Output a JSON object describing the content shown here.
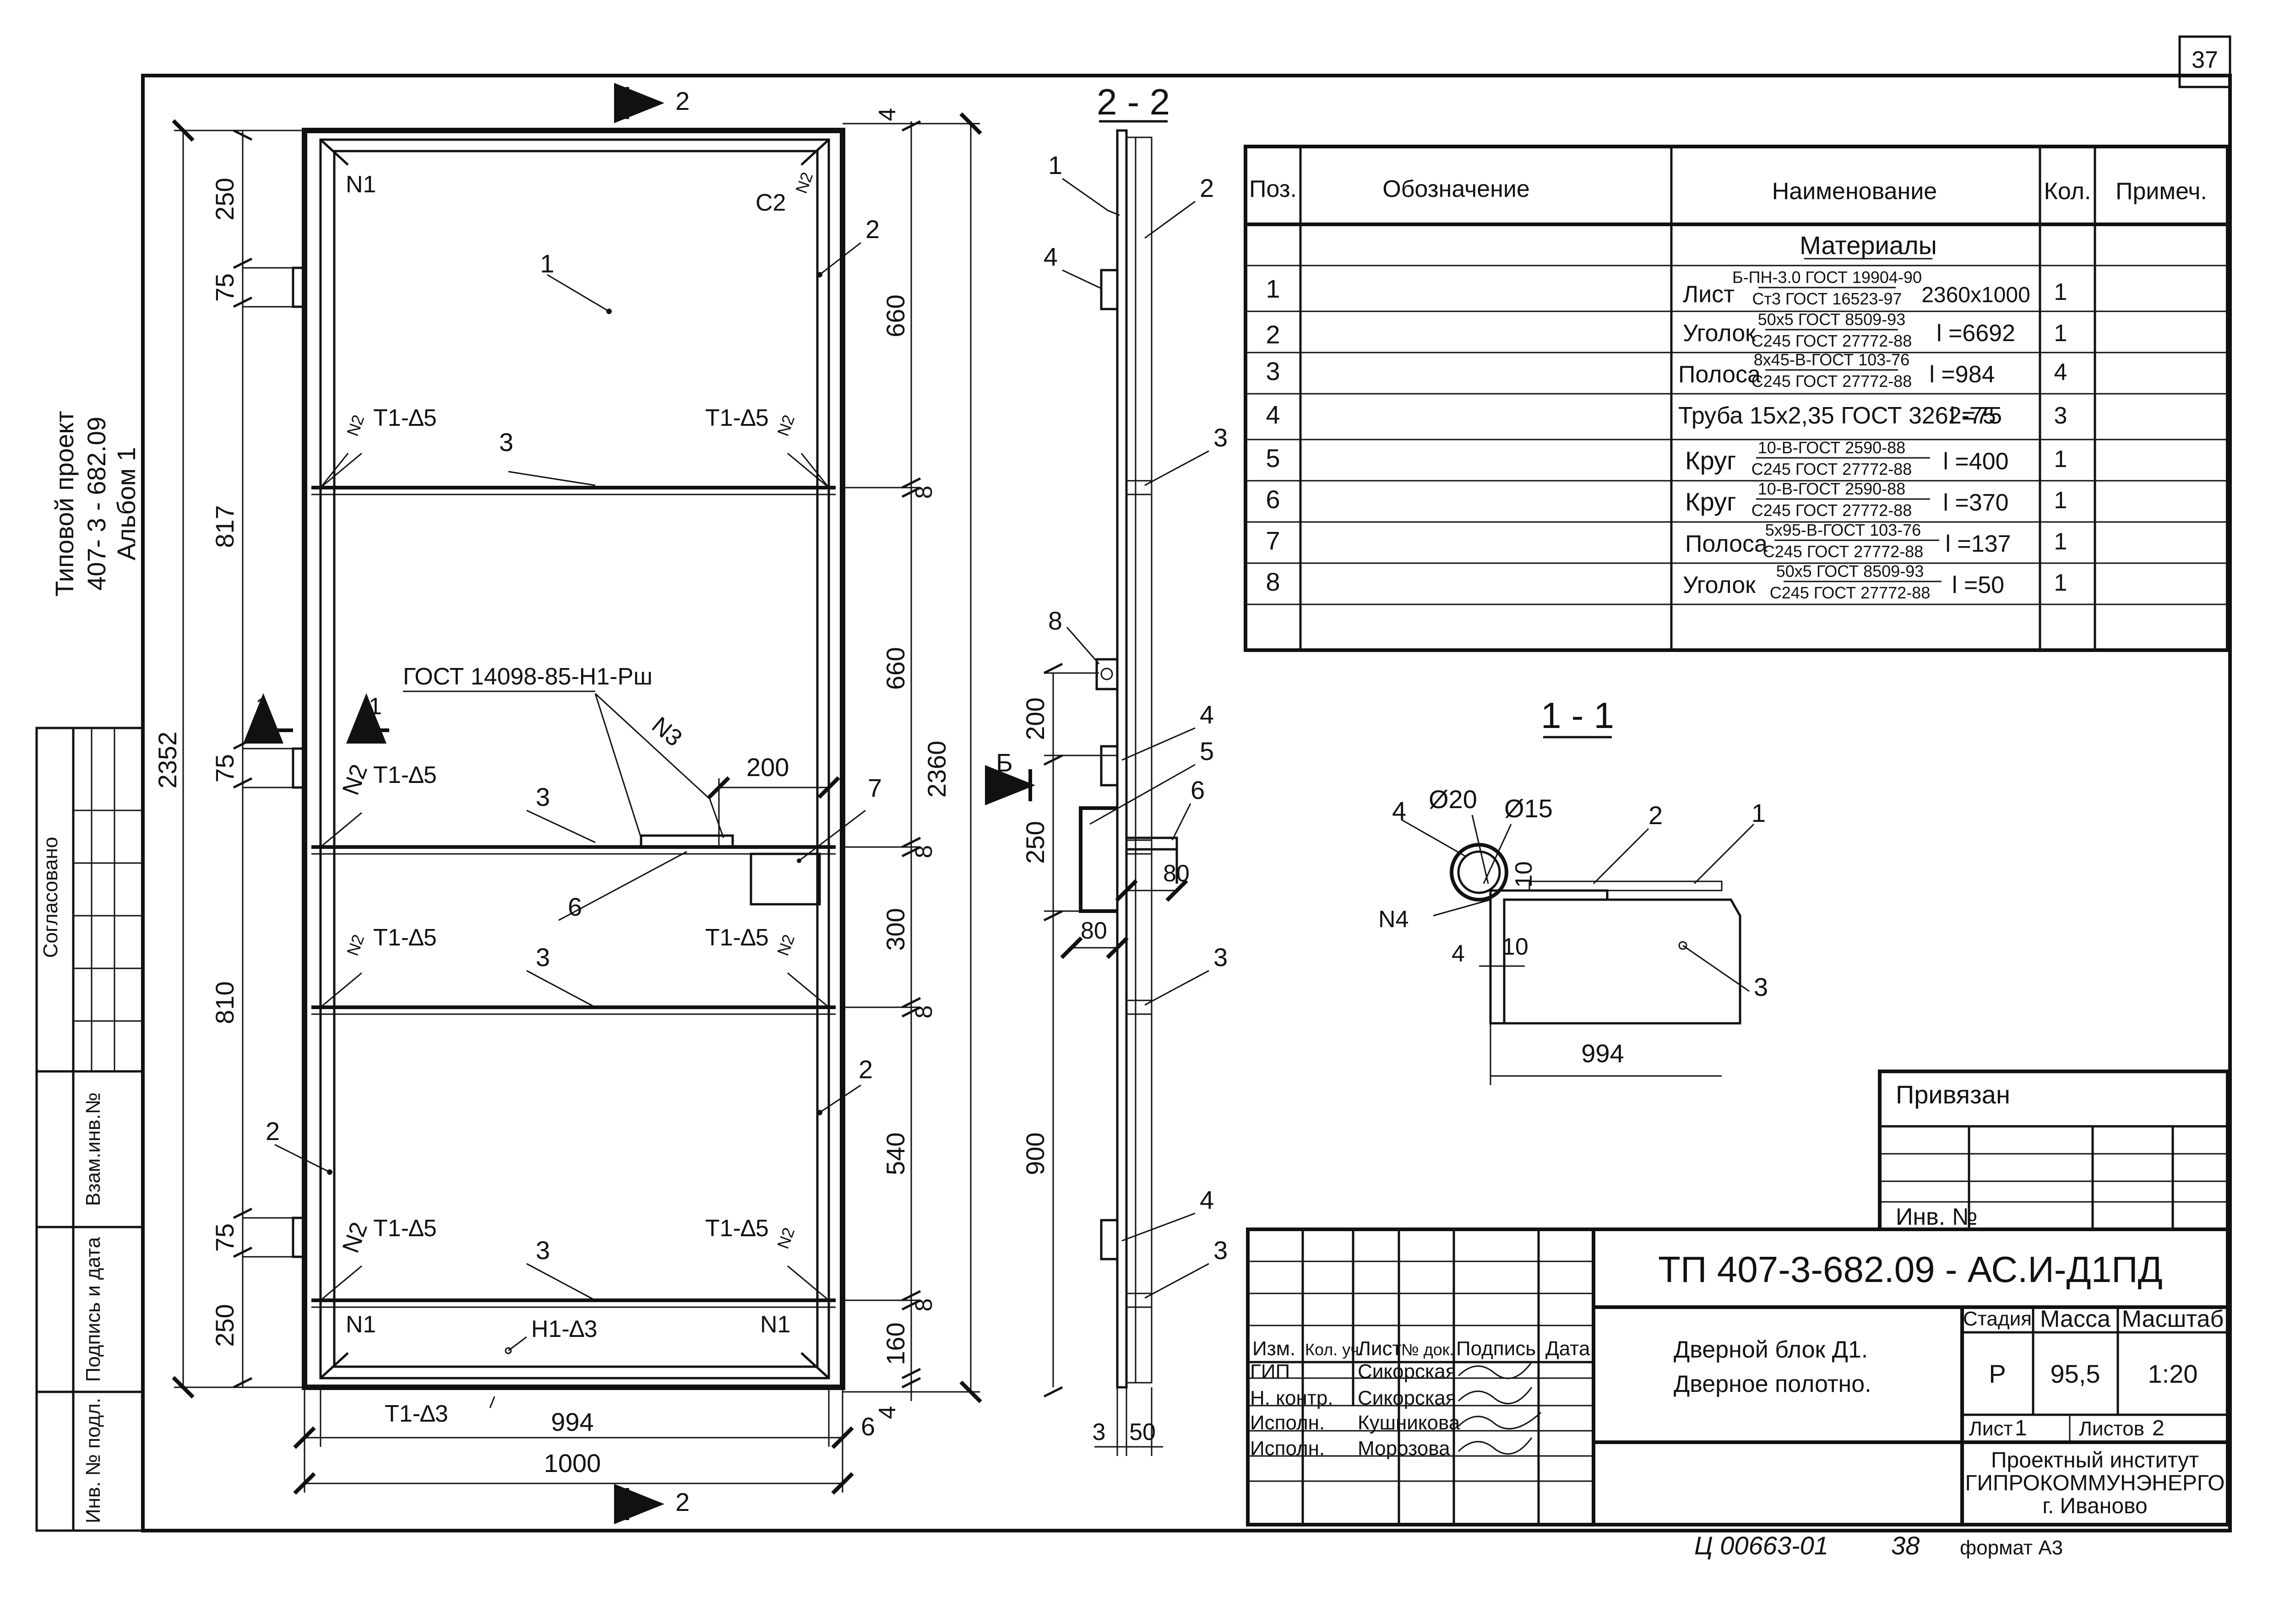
{
  "sheet_number": "37",
  "side_stamp": {
    "project_line1": "Типовой проект",
    "project_line2": "407- 3 - 682.09",
    "project_line3": "Альбом 1",
    "agreed": "Согласовано",
    "vzam_inv": "Взам.инв.№",
    "podpis_data": "Подпись и дата",
    "inv_podl": "Инв. № подл."
  },
  "front_view": {
    "height_total": "2352",
    "height_total_right": "2360",
    "width_994": "994",
    "width_1000": "1000",
    "dims_left": [
      "250",
      "75",
      "817",
      "75",
      "810",
      "75",
      "250"
    ],
    "dims_right": [
      "660",
      "660",
      "300",
      "540",
      "160"
    ],
    "dim_8": "8",
    "dim_4": "4",
    "dim_6": "6",
    "dim_200": "200",
    "pos_1": "1",
    "pos_2": "2",
    "pos_3": "3",
    "pos_6": "6",
    "pos_7": "7",
    "weld_N1": "N1",
    "weld_N2": "N2",
    "weld_N3": "N3",
    "weld_C2": "C2",
    "weld_T1_5": "Т1-∆5",
    "weld_T1_3": "Т1-∆3",
    "weld_H1_3": "Н1-∆3",
    "gost_weld": "ГОСТ 14098-85-Н1-Рш",
    "section_mark": "2",
    "section_mark_1": "1"
  },
  "section_2_2": {
    "title": "2 - 2",
    "dims": [
      "200",
      "250",
      "900",
      "80",
      "80",
      "3",
      "50"
    ],
    "pos": [
      "1",
      "2",
      "3",
      "4",
      "5",
      "6",
      "8"
    ],
    "view_mark": "Б"
  },
  "section_1_1": {
    "title": "1 - 1",
    "d20": "Ø20",
    "d15": "Ø15",
    "dim_10a": "10",
    "dim_10b": "10",
    "dim_4": "4",
    "dim_994": "994",
    "weld_N4": "N4",
    "pos": [
      "4",
      "2",
      "1",
      "3"
    ]
  },
  "spec_table": {
    "headers": [
      "Поз.",
      "Обозначение",
      "Наименование",
      "Кол.",
      "Примеч."
    ],
    "group": "Материалы",
    "rows": [
      {
        "pos": "1",
        "name": "Лист",
        "num": "Б-ПН-3.0 ГОСТ 19904-90",
        "den": "Ст3 ГОСТ 16523-97",
        "size": "2360х1000",
        "qty": "1"
      },
      {
        "pos": "2",
        "name": "Уголок",
        "num": "50х5 ГОСТ 8509-93",
        "den": "С245 ГОСТ 27772-88",
        "size": "l =6692",
        "qty": "1"
      },
      {
        "pos": "3",
        "name": "Полоса",
        "num": "8х45-В-ГОСТ 103-76",
        "den": "С245 ГОСТ 27772-88",
        "size": "l =984",
        "qty": "4"
      },
      {
        "pos": "4",
        "name": "Труба 15х2,35 ГОСТ 3262-75",
        "num": "",
        "den": "",
        "size": "l =75",
        "qty": "3"
      },
      {
        "pos": "5",
        "name": "Круг",
        "num": "10-В-ГОСТ 2590-88",
        "den": "С245 ГОСТ 27772-88",
        "size": "l =400",
        "qty": "1"
      },
      {
        "pos": "6",
        "name": "Круг",
        "num": "10-В-ГОСТ 2590-88",
        "den": "С245 ГОСТ 27772-88",
        "size": "l =370",
        "qty": "1"
      },
      {
        "pos": "7",
        "name": "Полоса",
        "num": "5х95-В-ГОСТ 103-76",
        "den": "С245 ГОСТ 27772-88",
        "size": "l =137",
        "qty": "1"
      },
      {
        "pos": "8",
        "name": "Уголок",
        "num": "50х5 ГОСТ 8509-93",
        "den": "С245 ГОСТ 27772-88",
        "size": "l =50",
        "qty": "1"
      }
    ]
  },
  "binding_block": {
    "privyazan": "Привязан",
    "inv_no": "Инв. №"
  },
  "title_block": {
    "code": "ТП   407-3-682.09 - АС.И-Д1ПД",
    "col_izm": "Изм.",
    "col_kol": "Кол. уч.",
    "col_list": "Лист",
    "col_ndok": "№ док.",
    "col_podpis": "Подпись",
    "col_data": "Дата",
    "roles": [
      "ГИП",
      "Н. контр.",
      "Исполн.",
      "Исполн."
    ],
    "names": [
      "Сикорская",
      "Сикорская",
      "Кушникова",
      "Морозова"
    ],
    "desc_line1": "Дверной блок Д1.",
    "desc_line2": "Дверное полотно.",
    "stadia_label": "Стадия",
    "massa_label": "Масса",
    "masshtab_label": "Масштаб",
    "stadia": "Р",
    "massa": "95,5",
    "masshtab": "1:20",
    "list_label": "Лист",
    "list_value": "1",
    "listov_label": "Листов",
    "listov_value": "2",
    "org_line1": "Проектный институт",
    "org_line2": "ГИПРОКОММУНЭНЕРГО",
    "org_line3": "г. Иваново"
  },
  "footer": {
    "handwritten": "Ц 00663-01",
    "handwritten_num": "38",
    "format": "формат А3"
  }
}
